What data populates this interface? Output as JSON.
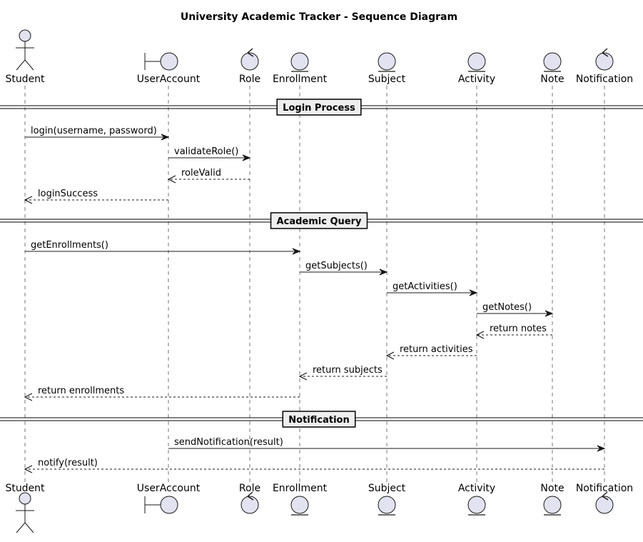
{
  "diagram": {
    "title": "University Academic Tracker - Sequence Diagram",
    "participants": [
      {
        "id": "student",
        "label": "Student",
        "kind": "actor"
      },
      {
        "id": "useraccount",
        "label": "UserAccount",
        "kind": "boundary"
      },
      {
        "id": "role",
        "label": "Role",
        "kind": "control"
      },
      {
        "id": "enrollment",
        "label": "Enrollment",
        "kind": "entity"
      },
      {
        "id": "subject",
        "label": "Subject",
        "kind": "entity"
      },
      {
        "id": "activity",
        "label": "Activity",
        "kind": "entity"
      },
      {
        "id": "note",
        "label": "Note",
        "kind": "entity"
      },
      {
        "id": "notification",
        "label": "Notification",
        "kind": "control"
      }
    ],
    "dividers": [
      {
        "label": "Login Process"
      },
      {
        "label": "Academic Query"
      },
      {
        "label": "Notification"
      }
    ],
    "messages": [
      {
        "from": "student",
        "to": "useraccount",
        "label": "login(username, password)",
        "style": "solid"
      },
      {
        "from": "useraccount",
        "to": "role",
        "label": "validateRole()",
        "style": "solid"
      },
      {
        "from": "role",
        "to": "useraccount",
        "label": "roleValid",
        "style": "dashed"
      },
      {
        "from": "useraccount",
        "to": "student",
        "label": "loginSuccess",
        "style": "dashed"
      },
      {
        "from": "student",
        "to": "enrollment",
        "label": "getEnrollments()",
        "style": "solid"
      },
      {
        "from": "enrollment",
        "to": "subject",
        "label": "getSubjects()",
        "style": "solid"
      },
      {
        "from": "subject",
        "to": "activity",
        "label": "getActivities()",
        "style": "solid"
      },
      {
        "from": "activity",
        "to": "note",
        "label": "getNotes()",
        "style": "solid"
      },
      {
        "from": "note",
        "to": "activity",
        "label": "return notes",
        "style": "dashed"
      },
      {
        "from": "activity",
        "to": "subject",
        "label": "return activities",
        "style": "dashed"
      },
      {
        "from": "subject",
        "to": "enrollment",
        "label": "return subjects",
        "style": "dashed"
      },
      {
        "from": "enrollment",
        "to": "student",
        "label": "return enrollments",
        "style": "dashed"
      },
      {
        "from": "useraccount",
        "to": "notification",
        "label": "sendNotification(result)",
        "style": "solid"
      },
      {
        "from": "notification",
        "to": "student",
        "label": "notify(result)",
        "style": "dashed"
      }
    ],
    "colors": {
      "participant_fill": "#E2E2F0",
      "line": "#181818",
      "divider_fill": "#EEEEEE"
    }
  }
}
